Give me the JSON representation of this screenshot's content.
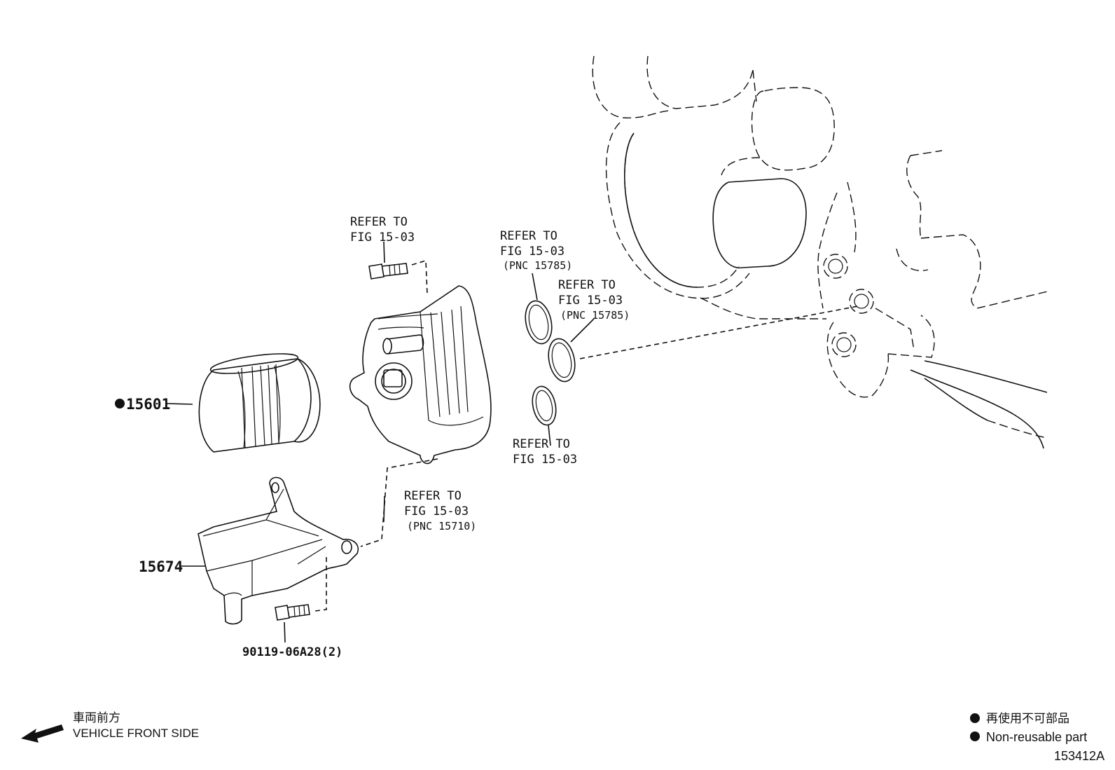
{
  "parts": {
    "oil_filter": "15601",
    "bracket": "15674",
    "bolt": "90119-06A28(2)"
  },
  "refs": {
    "bolt_top": {
      "line1": "REFER TO",
      "line2": "FIG 15-03"
    },
    "gasket_upper": {
      "line1": "REFER TO",
      "line2": "FIG 15-03",
      "line3": "(PNC 15785)"
    },
    "gasket_mid": {
      "line1": "REFER TO",
      "line2": "FIG 15-03",
      "line3": "(PNC 15785)"
    },
    "gasket_lower": {
      "line1": "REFER TO",
      "line2": "FIG 15-03"
    },
    "cooler_bottom": {
      "line1": "REFER TO",
      "line2": "FIG 15-03",
      "line3": "(PNC 15710)"
    }
  },
  "direction": {
    "jp": "車両前方",
    "en": "VEHICLE FRONT SIDE"
  },
  "legend": {
    "jp": "再使用不可部品",
    "en": "Non-reusable part"
  },
  "figure_id": "153412A"
}
